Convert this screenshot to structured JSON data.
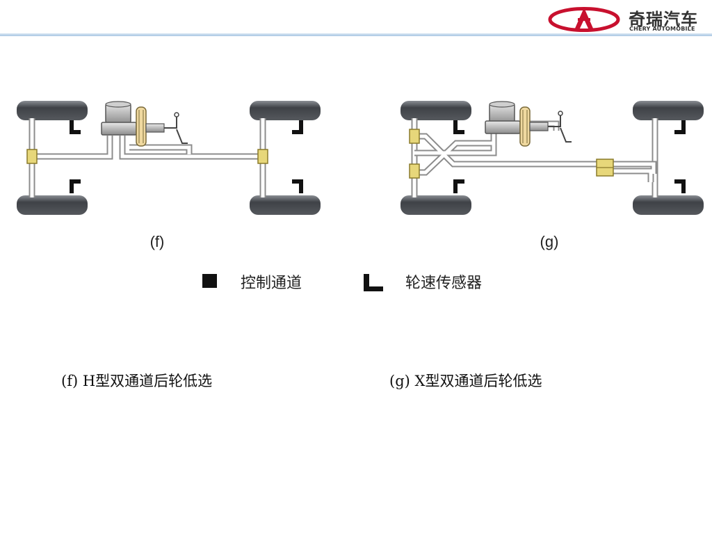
{
  "brand": {
    "name_cn": "奇瑞汽车",
    "name_en": "CHERY AUTOMOBILE",
    "icon": "chery-logo-icon",
    "color": "#c8102e"
  },
  "diagram": {
    "label_f": "(f)",
    "label_g": "(g)",
    "legend": {
      "control_channel": "控制通道",
      "wheel_speed_sensor": "轮速传感器"
    }
  },
  "captions": {
    "f": "(f) H型双通道后轮低选",
    "g": "(g) X型双通道后轮低选"
  },
  "colors": {
    "tire": "#4a4d52",
    "control_channel": "#e7d77a",
    "pipe": "#ffffff",
    "sensor": "#111111"
  }
}
